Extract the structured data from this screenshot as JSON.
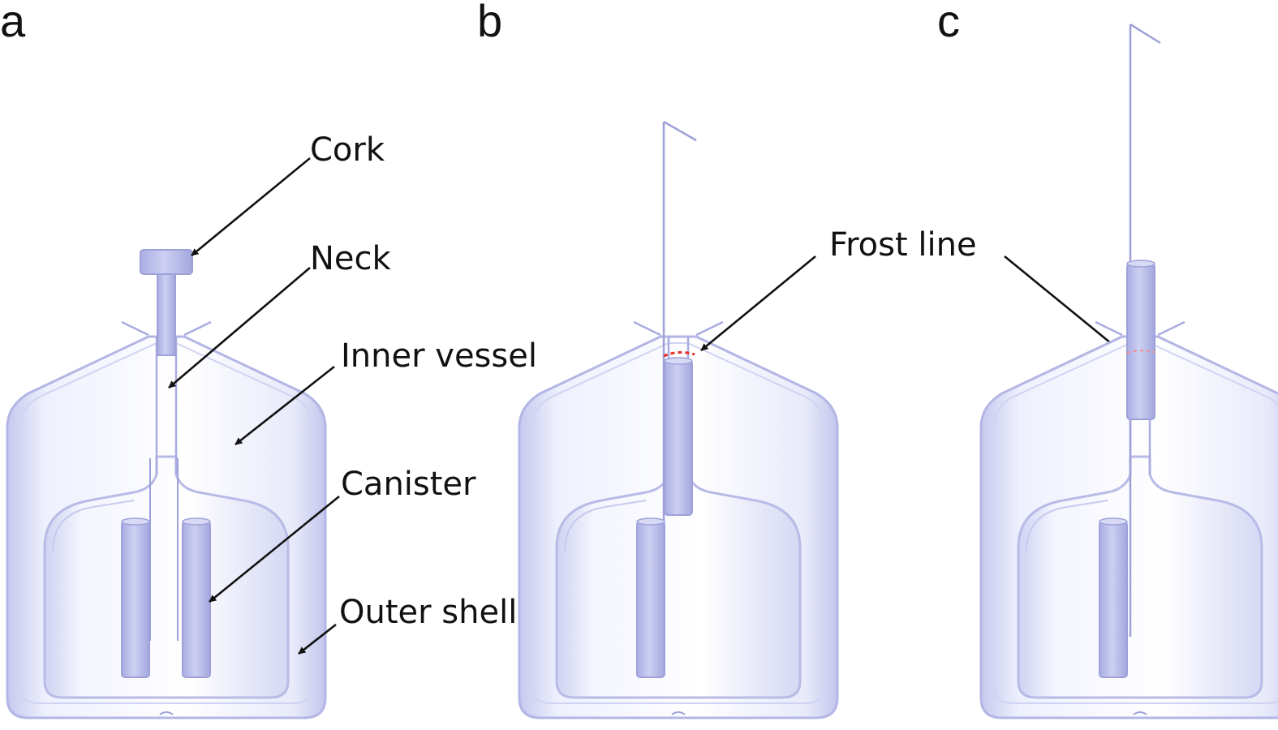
{
  "panels": {
    "a": "a",
    "b": "b",
    "c": "c"
  },
  "labels": {
    "cork": "Cork",
    "neck": "Neck",
    "inner_vessel": "Inner vessel",
    "canister": "Canister",
    "outer_shell": "Outer shell",
    "frost_line_b": "Frost line"
  },
  "colors": {
    "vessel_fill": "#e9ecfb",
    "vessel_edge": "#b8bbe6",
    "component": "#b5b8e6",
    "frost_line": "#e8302b",
    "arrow": "#111111"
  }
}
